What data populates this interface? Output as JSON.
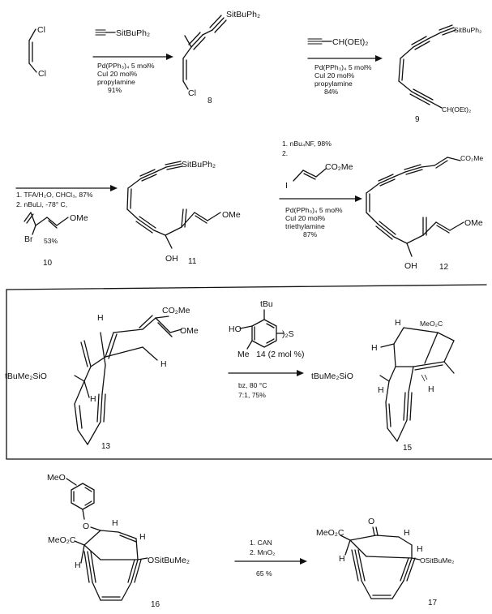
{
  "step1": {
    "reagent": "SitBuPh₂",
    "conditions": [
      "Pd(PPh₃)₄ 5 mol%",
      "CuI 20 mol%",
      "propylamine",
      "91%"
    ],
    "start_labels": [
      "Cl",
      "Cl"
    ],
    "product_label": "SitBuPh₂",
    "product_cl": "Cl",
    "product_number": "8"
  },
  "step2": {
    "reagent": "CH(OEt)₂",
    "conditions": [
      "Pd(PPh₃)₄ 5 mol%",
      "CuI 20 mol%",
      "propylamine",
      "84%"
    ],
    "product_top": "SitBuPh₂",
    "product_bottom": "CH(OEt)₂",
    "product_number": "9"
  },
  "step3": {
    "conditions": [
      "1. TFA/H₂O, CHCl₃, 87%",
      "2. nBuLi, -78° C,"
    ],
    "reagent_ome": "OMe",
    "reagent_br": "Br",
    "reagent_yield": "53%",
    "reagent_number": "10",
    "product_top": "SitBuPh₂",
    "product_ome": "OMe",
    "product_oh": "OH",
    "product_number": "11"
  },
  "step4": {
    "conditions_top": [
      "1. nBu₄NF, 98%",
      "2."
    ],
    "reagent_ester": "CO₂Me",
    "reagent_i": "I",
    "conditions_bottom": [
      "Pd(PPh₃)₄ 5 mol%",
      "CuI 20 mol%",
      "triethylamine",
      "87%"
    ],
    "product_ester": "CO₂Me",
    "product_ome": "OMe",
    "product_oh": "OH",
    "product_number": "12"
  },
  "box": {
    "sm_h": "H",
    "sm_ester": "CO₂Me",
    "sm_ome": "OMe",
    "sm_oprotect": "tBuMe₂SiO",
    "sm_h2": "H",
    "sm_h3": "H",
    "sm_number": "13",
    "catalyst_tbu": "tBu",
    "catalyst_ho": "HO",
    "catalyst_s": ")₂S",
    "catalyst_me": "Me",
    "catalyst_number": "14 (2 mol %)",
    "conditions": [
      "bz, 80 °C",
      "7:1, 75%"
    ],
    "product_oprotect": "tBuMe₂SiO",
    "product_ester": "MeO₂C",
    "product_h_labels": [
      "H",
      "H",
      "H",
      "H"
    ],
    "product_number": "15"
  },
  "step5": {
    "sm_meo": "MeO",
    "sm_o": "O",
    "sm_ester": "MeO₂C",
    "sm_h_labels": [
      "H",
      "H",
      "H"
    ],
    "sm_oprotect": "OSitBuMe₂",
    "sm_number": "16",
    "conditions": [
      "1. CAN",
      "2. MnO₂"
    ],
    "yield": "65 %",
    "product_ester": "MeO₂C",
    "product_o": "O",
    "product_h_labels": [
      "H",
      "H",
      "H"
    ],
    "product_oprotect": "OSitBuMe₂",
    "product_number": "17"
  }
}
